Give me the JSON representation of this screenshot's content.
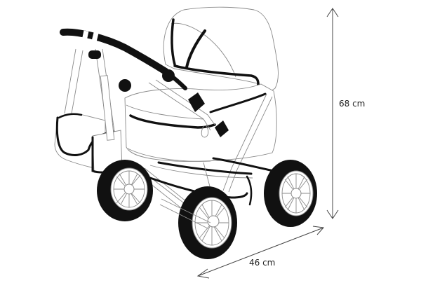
{
  "figure": {
    "subject": "doll pram line drawing",
    "colors": {
      "outline": "#8a8a8a",
      "solid": "#111111",
      "background": "#ffffff",
      "dimension_line": "#444444"
    }
  },
  "dimensions": {
    "height": {
      "label": "68 cm",
      "value": 68,
      "unit": "cm",
      "orientation": "vertical"
    },
    "width": {
      "label": "46 cm",
      "value": 46,
      "unit": "cm",
      "orientation": "diagonal"
    }
  },
  "parts": [
    "handle-bar",
    "canopy-hood",
    "carrycot-body",
    "changing-bag",
    "chassis-frame",
    "front-wheel-left",
    "front-wheel-right",
    "rear-wheel-left",
    "rear-wheel-right",
    "basket"
  ]
}
